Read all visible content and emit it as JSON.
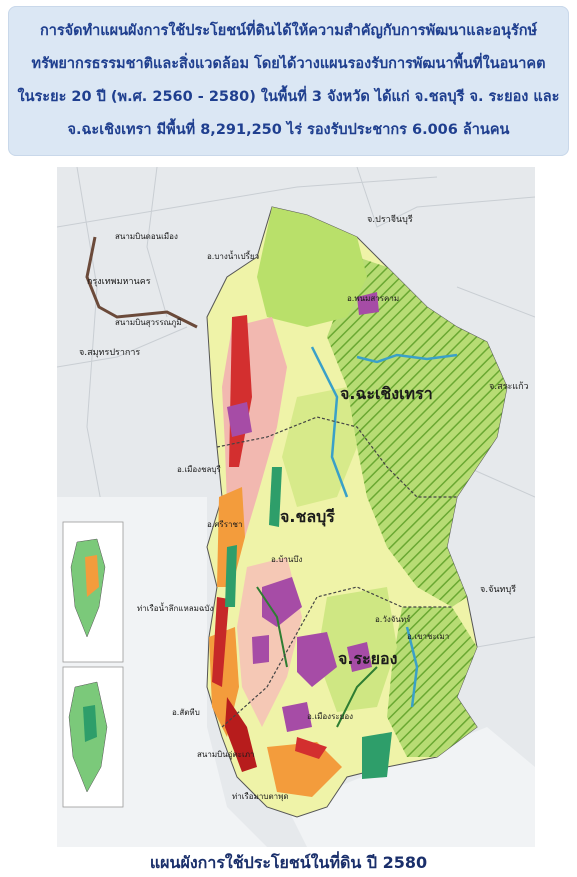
{
  "header": {
    "line1": "การจัดทำแผนผังการใช้ประโยชน์ที่ดินได้ให้ความสำคัญกับการพัฒนาและอนุรักษ์",
    "line2": "ทรัพยากรธรรมชาติและสิ่งแวดล้อม โดยได้วางแผนรองรับการพัฒนาพื้นที่ในอนาคต",
    "line3": "ในระยะ 20 ปี (พ.ศ. 2560 - 2580) ในพื้นที่ 3 จังหวัด ได้แก่ จ.ชลบุรี จ. ระยอง และ",
    "line4": "จ.ฉะเชิงเทรา  มีพื้นที่ 8,291,250 ไร่ รองรับประชากร 6.006 ล้านคน"
  },
  "map": {
    "province_labels": {
      "chachoengsao": "จ.ฉะเชิงเทรา",
      "chonburi": "จ.ชลบุรี",
      "rayong": "จ.ระยอง"
    },
    "neighbor_labels": {
      "prachinburi": "จ.ปราจีนบุรี",
      "bangkok": "กรุงเทพมหานคร",
      "samut_prakan": "จ.สมุทรปราการ",
      "sa_kaeo": "จ.สระแก้ว",
      "chanthaburi": "จ.จันทบุรี"
    },
    "place_labels": {
      "don_mueang": "สนามบินดอนเมือง",
      "suvarnabhumi": "สนามบินสุวรรณภูมิ",
      "laem_chabang": "ท่าเรือน้ำลึกแหลมฉบัง",
      "map_ta_phut": "ท่าเรือมาบตาพุด",
      "u_tapao": "สนามบินอู่ตะเภา",
      "bang_nam_priao": "อ.บางน้ำเปรี้ยว",
      "mueang_chonburi": "อ.เมืองชลบุรี",
      "sriracha": "อ.ศรีราชา",
      "sattahip": "อ.สัตหีบ",
      "mueang_rayong": "อ.เมืองระยอง",
      "wang_chan": "อ.วังจันทร์",
      "phanom_sarakham": "อ.พนมสารคาม",
      "khao_chamao": "อ.เขาชะเมา",
      "ban_bueng": "อ.บ้านบึง"
    },
    "colors": {
      "agriculture": "#e6ee9c",
      "forest_hatch": "#8bc34a",
      "urban": "#f2b8b0",
      "industrial": "#a64ca6",
      "commercial": "#d32f2f",
      "community": "#f39c3c",
      "water": "#3aa0c8",
      "conservation": "#2e9e6a"
    }
  },
  "caption": "แผนผังการใช้ประโยชน์ในที่ดิน ปี 2580"
}
